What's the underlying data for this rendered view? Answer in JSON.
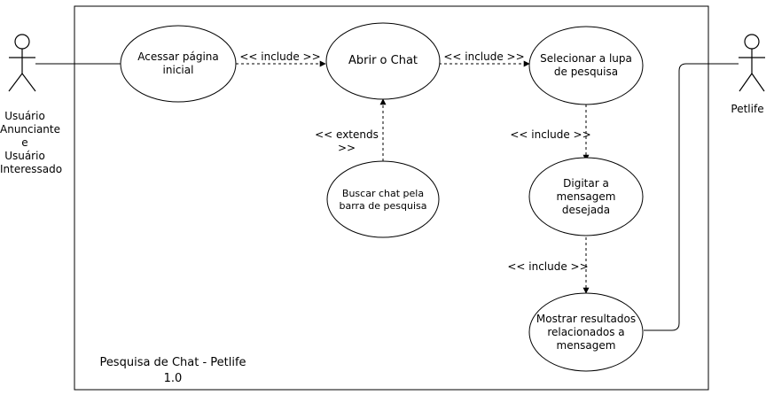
{
  "system": {
    "title_line1": "Pesquisa de Chat - Petlife",
    "title_line2": "1.0"
  },
  "actors": {
    "left": {
      "lines": [
        "Usuário",
        "Anunciante",
        "e Usuário",
        "Interessado"
      ]
    },
    "right": {
      "lines": [
        "Petlife"
      ]
    }
  },
  "use_cases": {
    "acessar": "Acessar página inicial",
    "abrir": "Abrir o Chat",
    "selecionar": "Selecionar a lupa de pesquisa",
    "buscar": "Buscar chat pela barra de pesquisa",
    "digitar": "Digitar a mensagem desejada",
    "mostrar": "Mostrar resultados relacionados a mensagem"
  },
  "relations": {
    "include_1": "<< include >>",
    "include_2": "<< include >>",
    "extends_1": "<< extends >>",
    "include_3": "<< include >>",
    "include_4": "<< include >>"
  },
  "colors": {
    "stroke": "#000000",
    "fill": "#ffffff",
    "dash": "#555555"
  }
}
